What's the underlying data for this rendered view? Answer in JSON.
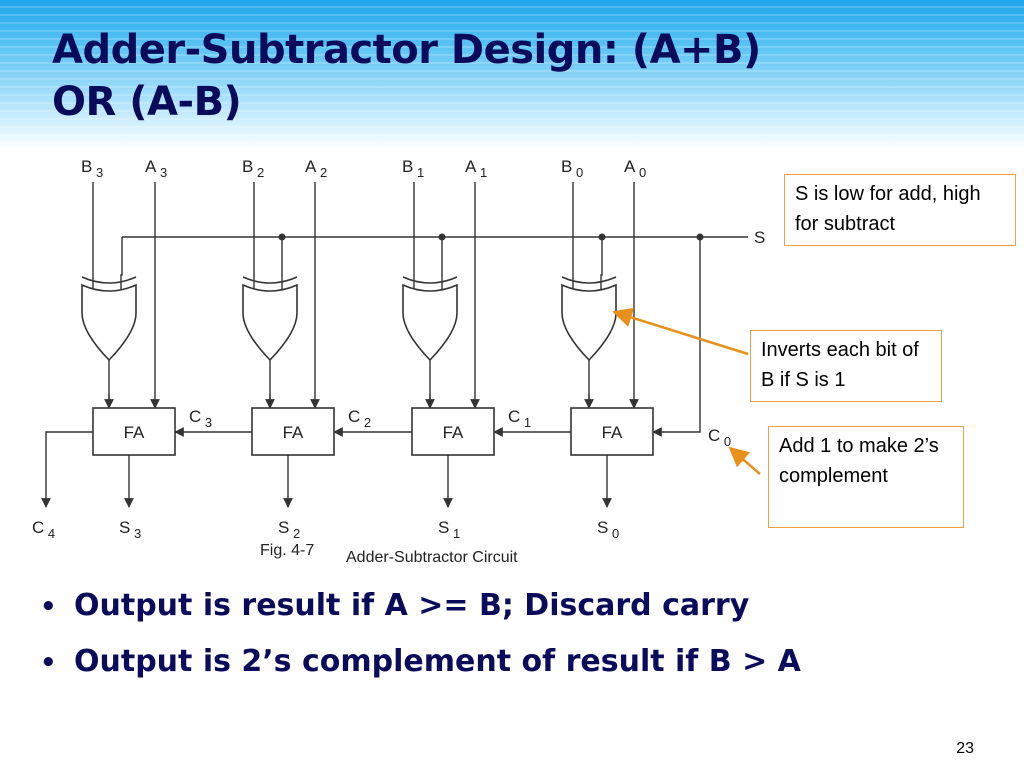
{
  "slide": {
    "title_line1": "Adder-Subtractor Design: (A+B)",
    "title_line2": "OR (A-B)",
    "page_number": "23"
  },
  "diagram": {
    "inputs": [
      {
        "b": "B",
        "b_sub": "3",
        "a": "A",
        "a_sub": "3"
      },
      {
        "b": "B",
        "b_sub": "2",
        "a": "A",
        "a_sub": "2"
      },
      {
        "b": "B",
        "b_sub": "1",
        "a": "A",
        "a_sub": "1"
      },
      {
        "b": "B",
        "b_sub": "0",
        "a": "A",
        "a_sub": "0"
      }
    ],
    "adder_label": "FA",
    "select_label": "S",
    "carries": [
      {
        "main": "C",
        "sub": "3"
      },
      {
        "main": "C",
        "sub": "2"
      },
      {
        "main": "C",
        "sub": "1"
      },
      {
        "main": "C",
        "sub": "0"
      }
    ],
    "carry_out": {
      "main": "C",
      "sub": "4"
    },
    "sums": [
      {
        "main": "S",
        "sub": "3"
      },
      {
        "main": "S",
        "sub": "2"
      },
      {
        "main": "S",
        "sub": "1"
      },
      {
        "main": "S",
        "sub": "0"
      }
    ],
    "fig_number": "Fig. 4-7",
    "fig_caption": "Adder-Subtractor Circuit"
  },
  "callouts": {
    "select": "S is low for add, high for subtract",
    "invert": "Inverts each bit of B if S is 1",
    "add_one": "Add 1 to make 2’s complement",
    "border_color": "#f0a040"
  },
  "bullets": [
    "Output is result if A >= B; Discard carry",
    "Output is 2’s complement of result if B > A"
  ],
  "colors": {
    "title": "#0b0b5c",
    "header_gradient_top": "#1fa6ea",
    "arrow": "#e8901a"
  }
}
